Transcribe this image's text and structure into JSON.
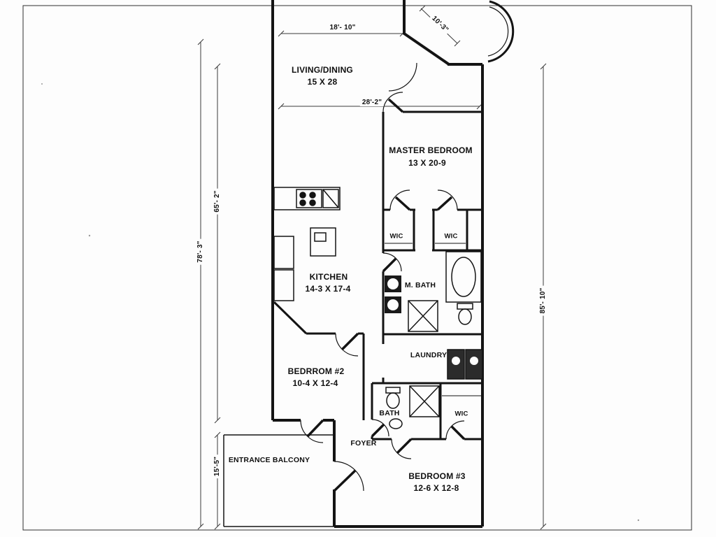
{
  "drawing": {
    "type": "architectural floor plan (scanned)",
    "ink_color": "#141414",
    "paper_color": "#fdfdfd"
  },
  "rooms": {
    "living": {
      "name": "LIVING/DINING",
      "dims": "15 X 28"
    },
    "master": {
      "name": "MASTER BEDROOM",
      "dims": "13 X 20-9"
    },
    "kitchen": {
      "name": "KITCHEN",
      "dims": "14-3 X 17-4"
    },
    "mbath": {
      "name": "M. BATH"
    },
    "wic_master_left": {
      "name": "WIC"
    },
    "wic_master_right": {
      "name": "WIC"
    },
    "laundry": {
      "name": "LAUNDRY"
    },
    "bedroom2": {
      "name": "BEDRROM #2",
      "dims": "10-4 X 12-4"
    },
    "bath2": {
      "name": "BATH"
    },
    "wic_bedroom3": {
      "name": "WIC"
    },
    "foyer": {
      "name": "FOYER"
    },
    "balcony": {
      "name": "ENTRANCE BALCONY"
    },
    "bedroom3": {
      "name": "BEDROOM #3",
      "dims": "12-6 X 12-8"
    }
  },
  "dimensions": {
    "top_width": "18'- 10\"",
    "top_right_diagonal": "10'-3\"",
    "living_width": "28'-2\"",
    "left_inner_height": "65'- 2\"",
    "left_outer_height": "78'- 3\"",
    "right_height": "85'- 10\"",
    "balcony_height": "15'-5\""
  }
}
